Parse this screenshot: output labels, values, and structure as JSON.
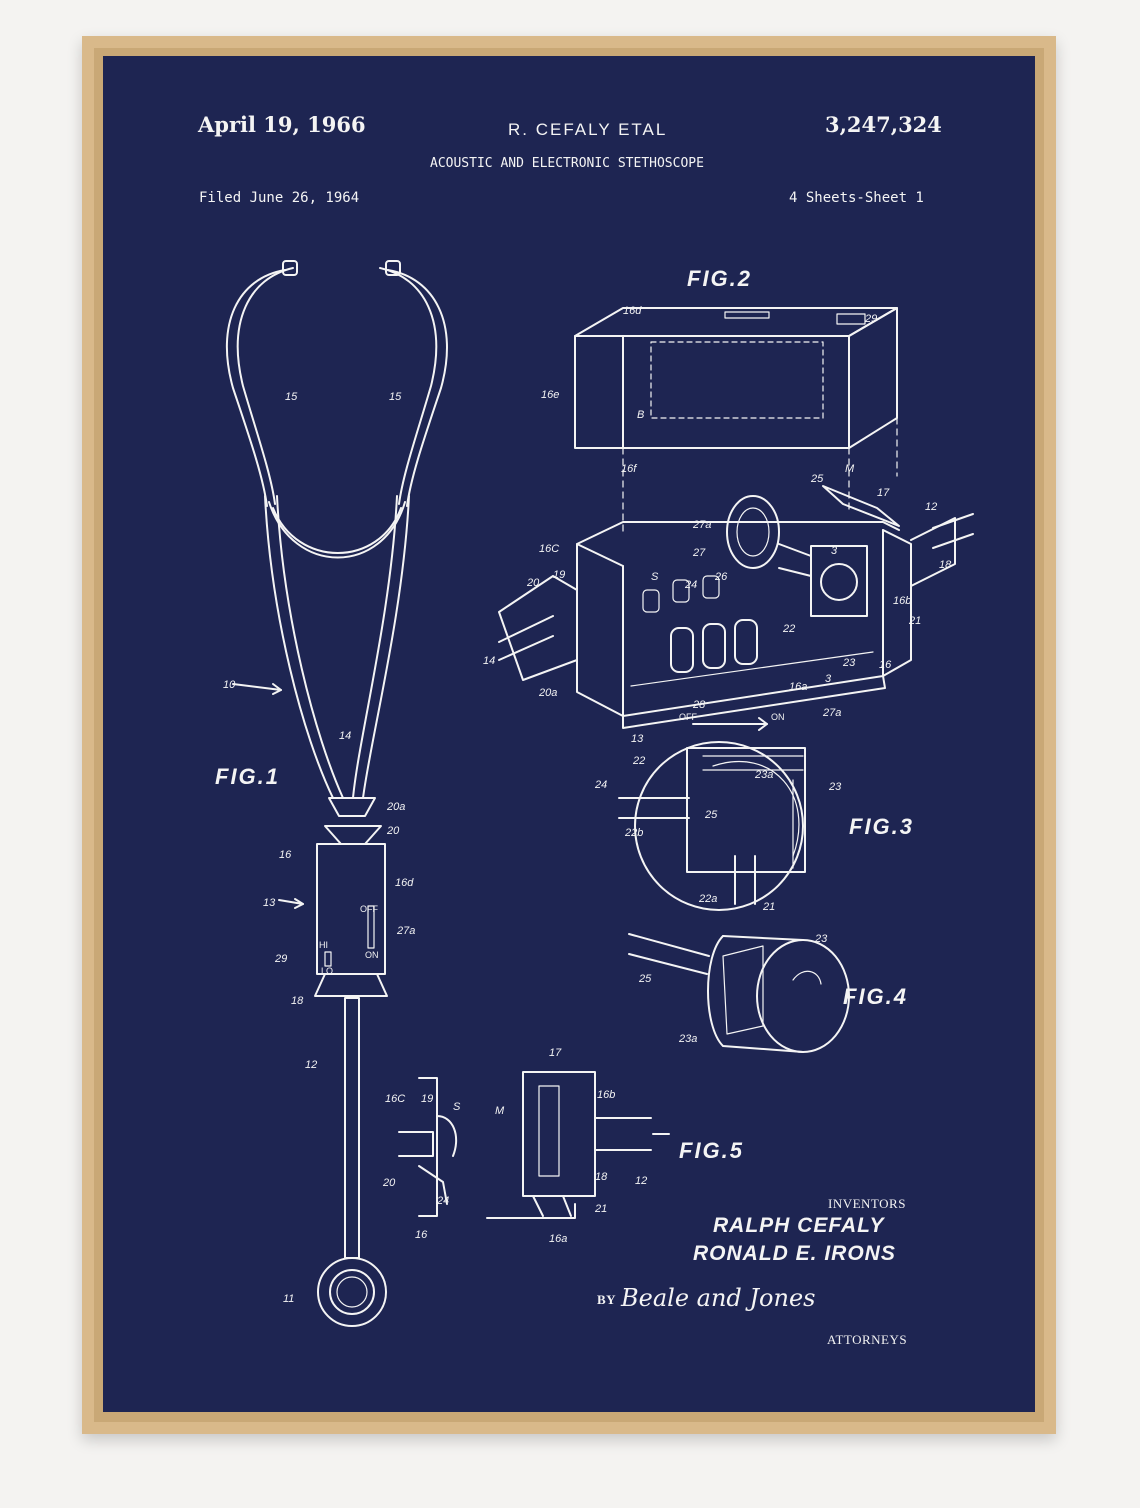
{
  "header": {
    "date": "April 19, 1966",
    "inventor_short": "R. CEFALY ETAL",
    "patent_number": "3,247,324",
    "title": "ACOUSTIC AND ELECTRONIC STETHOSCOPE",
    "filed": "Filed June 26, 1964",
    "sheets": "4 Sheets-Sheet 1"
  },
  "figures": {
    "fig1": "FIG.1",
    "fig2": "FIG.2",
    "fig3": "FIG.3",
    "fig4": "FIG.4",
    "fig5": "FIG.5"
  },
  "switch_labels": {
    "off": "OFF",
    "on": "ON",
    "hi": "HI",
    "lo": "LO"
  },
  "reference_numerals": [
    "10",
    "11",
    "12",
    "13",
    "14",
    "15",
    "16",
    "16a",
    "16b",
    "16c",
    "16d",
    "16e",
    "16f",
    "17",
    "18",
    "19",
    "20",
    "20a",
    "21",
    "22",
    "22a",
    "22b",
    "23",
    "23a",
    "24",
    "25",
    "26",
    "27",
    "27a",
    "28",
    "29",
    "S",
    "M",
    "B"
  ],
  "credits": {
    "inventors_heading": "INVENTORS",
    "inventor_1": "RALPH CEFALY",
    "inventor_2": "RONALD E. IRONS",
    "by": "BY",
    "attorneys_signature": "Beale and Jones",
    "attorneys_heading": "ATTORNEYS"
  },
  "colors": {
    "background": "#1e2552",
    "ink": "#f4f4f4",
    "frame": "#d9b98a"
  }
}
